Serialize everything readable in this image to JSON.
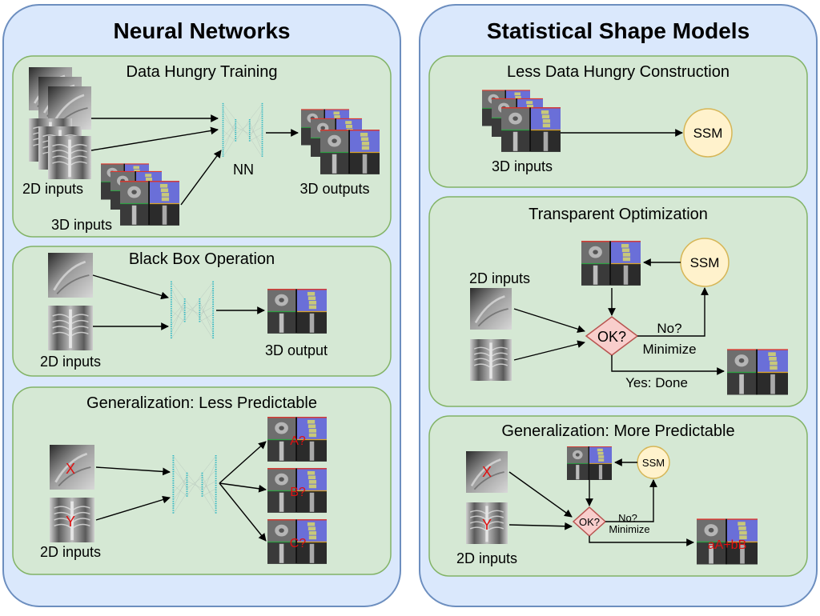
{
  "left_panel": {
    "title": "Neural Networks",
    "sections": {
      "training": {
        "title": "Data Hungry Training",
        "input_2d_label": "2D inputs",
        "input_3d_label": "3D inputs",
        "network_label": "NN",
        "output_label": "3D outputs"
      },
      "black_box": {
        "title": "Black Box Operation",
        "input_label": "2D inputs",
        "output_label": "3D output"
      },
      "generalization": {
        "title": "Generalization: Less Predictable",
        "marker_lateral": "X",
        "marker_frontal": "Y",
        "input_label": "2D inputs",
        "outputs": [
          "A?",
          "B?",
          "C?"
        ]
      }
    }
  },
  "right_panel": {
    "title": "Statistical Shape Models",
    "sections": {
      "construction": {
        "title": "Less Data Hungry Construction",
        "input_label": "3D inputs",
        "model_label": "SSM"
      },
      "optimization": {
        "title": "Transparent Optimization",
        "input_label": "2D inputs",
        "model_label": "SSM",
        "decision_label": "OK?",
        "no_label": "No?",
        "minimize_label": "Minimize",
        "yes_label": "Yes: Done"
      },
      "generalization": {
        "title": "Generalization: More Predictable",
        "marker_lateral": "X",
        "marker_frontal": "Y",
        "input_label": "2D inputs",
        "model_label": "SSM",
        "decision_label": "OK?",
        "no_label": "No?",
        "minimize_label": "Minimize",
        "output_label": "aA+bB"
      }
    }
  },
  "colors": {
    "panel_fill": "#dae8fc",
    "panel_stroke": "#6c8ebf",
    "section_fill": "#d5e8d4",
    "section_stroke": "#82b366",
    "ssm_fill": "#fff2cc",
    "ssm_stroke": "#d6b656",
    "decision_fill": "#f8cecc",
    "decision_stroke": "#b85450",
    "marker_color": "#e01010",
    "nn_color": "#2fb8c4"
  }
}
